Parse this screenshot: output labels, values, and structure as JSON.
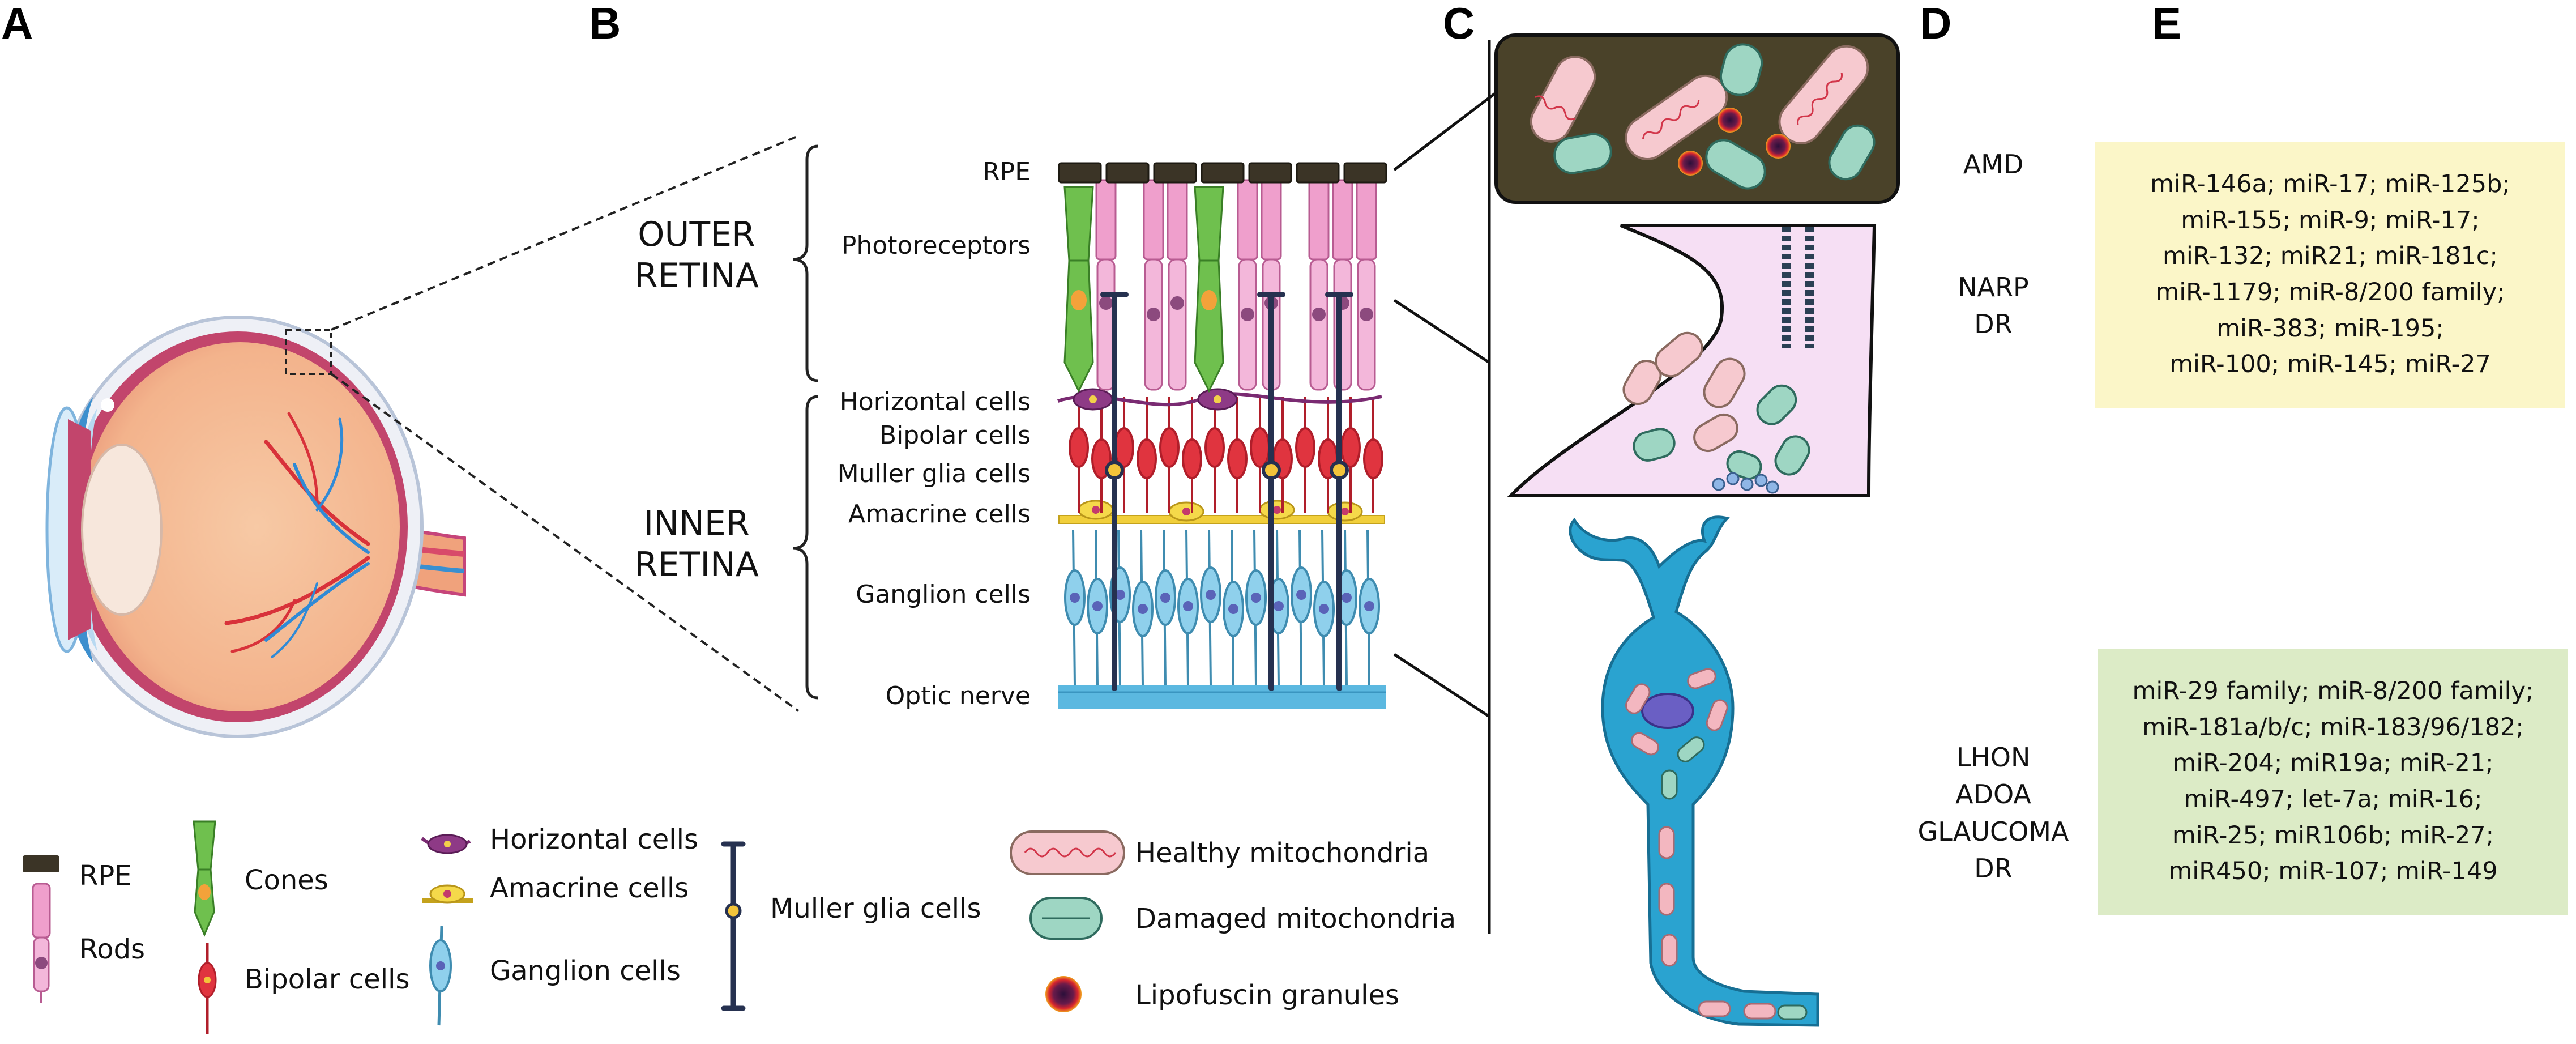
{
  "panels": {
    "a": "A",
    "b": "B",
    "c": "C",
    "d": "D",
    "e": "E"
  },
  "retina": {
    "outer_line1": "OUTER",
    "outer_line2": "RETINA",
    "inner_line1": "INNER",
    "inner_line2": "RETINA",
    "layers": {
      "rpe": "RPE",
      "photoreceptors": "Photoreceptors",
      "horizontal": "Horizontal cells",
      "bipolar": "Bipolar cells",
      "muller": "Muller glia cells",
      "amacrine": "Amacrine cells",
      "ganglion": "Ganglion cells",
      "optic_nerve": "Optic nerve"
    }
  },
  "diseases": {
    "amd": [
      "AMD"
    ],
    "narp_dr": [
      "NARP",
      "DR"
    ],
    "group2": [
      "LHON",
      "ADOA",
      "GLAUCOMA",
      "DR"
    ]
  },
  "mirnas": {
    "box1": [
      "miR-146a; miR-17; miR-125b;",
      "miR-155; miR-9; miR-17;",
      "miR-132; miR21; miR-181c;",
      "miR-1179; miR-8/200 family;",
      "miR-383; miR-195;",
      "miR-100; miR-145; miR-27"
    ],
    "box2": [
      "miR-29 family; miR-8/200 family;",
      "miR-181a/b/c; miR-183/96/182;",
      "miR-204; miR19a;  miR-21;",
      "miR-497; let-7a; miR-16;",
      "miR-25; miR106b; miR-27;",
      "miR450; miR-107; miR-149"
    ]
  },
  "legend": {
    "rpe": "RPE",
    "rods": "Rods",
    "cones": "Cones",
    "bipolar": "Bipolar cells",
    "horizontal": "Horizontal cells",
    "amacrine": "Amacrine cells",
    "ganglion": "Ganglion cells",
    "muller": "Muller glia cells",
    "healthy_mito": "Healthy mitochondria",
    "damaged_mito": "Damaged mitochondria",
    "lipofuscin": "Lipofuscin granules"
  },
  "colors": {
    "box1_bg": "#fbf6c8",
    "box2_bg": "#dcebc6",
    "rpe": "#3b3426",
    "rod": "#e8a0c8",
    "cone": "#5fae46",
    "bipolar": "#d8323a",
    "ganglion": "#62b0d4",
    "muller": "#2a3550",
    "optic_nerve": "#5bb8e0",
    "neuron_cyan": "#1e9cc8",
    "cell_pink": "#f6e0f4"
  }
}
